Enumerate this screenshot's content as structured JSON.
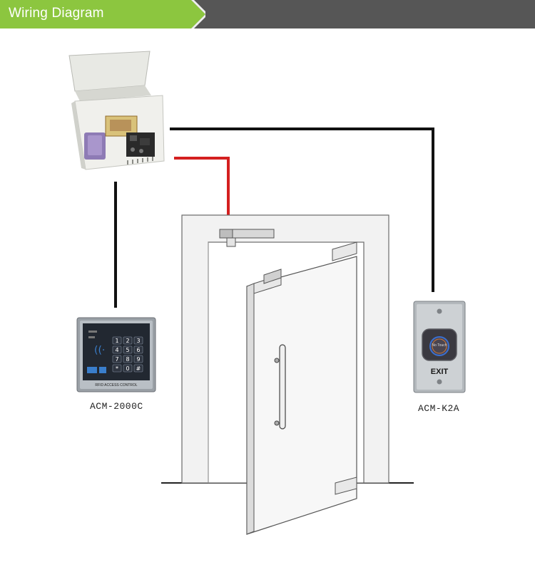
{
  "header": {
    "title": "Wiring Diagram"
  },
  "devices": {
    "keypad": {
      "model_label": "ACM-2000C",
      "panel_text": "RFID ACCESS CONTROL",
      "keys": [
        "1",
        "2",
        "3",
        "4",
        "5",
        "6",
        "7",
        "8",
        "9",
        "*",
        "0",
        "#"
      ]
    },
    "exit_button": {
      "model_label": "ACM-K2A",
      "button_text": "No Touch",
      "exit_text": "EXIT"
    }
  },
  "colors": {
    "header_bg": "#565656",
    "header_accent": "#8cc63f",
    "wire_power": "#d42020",
    "wire_signal": "#111111"
  }
}
